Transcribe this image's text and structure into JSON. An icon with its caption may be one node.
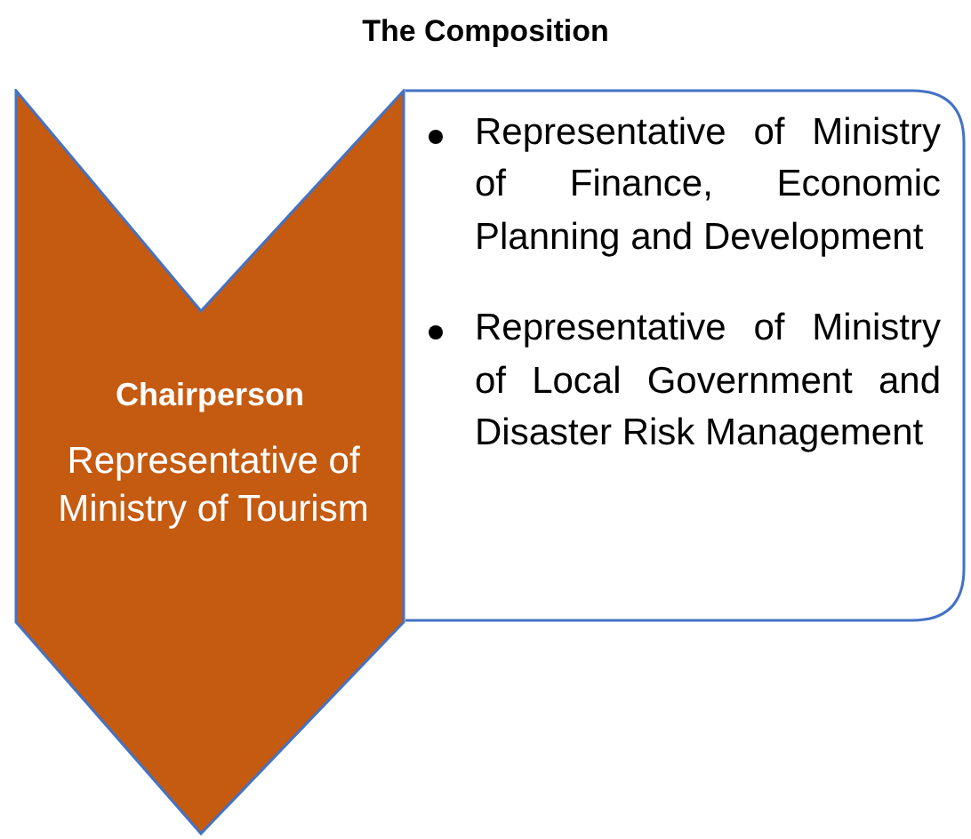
{
  "diagram": {
    "title": "The Composition",
    "nodes": [
      {
        "text": [
          "Chairperson",
          "Representative of Ministry of Tourism"
        ]
      },
      {
        "text": [
          "Representative of Ministry of Finance, Economic Planning and Development",
          "Representative of Ministry of Local Government and Disaster Risk Management"
        ]
      }
    ],
    "edges": []
  }
}
